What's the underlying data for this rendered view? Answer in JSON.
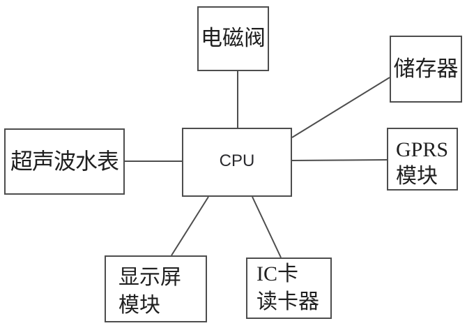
{
  "diagram": {
    "type": "block-diagram",
    "nodes": {
      "cpu": {
        "label": "CPU"
      },
      "solenoid_valve": {
        "label": "电磁阀"
      },
      "storage": {
        "label": "储存器"
      },
      "gprs_module": {
        "lines": [
          "GPRS",
          "模块"
        ]
      },
      "ultrasonic_water_meter": {
        "label": "超声波水表"
      },
      "display_module": {
        "lines": [
          "显示屏",
          "模块"
        ]
      },
      "ic_card_reader": {
        "lines": [
          "IC卡",
          "读卡器"
        ]
      }
    },
    "edges": [
      {
        "from": "cpu",
        "to": "solenoid_valve"
      },
      {
        "from": "cpu",
        "to": "storage"
      },
      {
        "from": "cpu",
        "to": "gprs_module"
      },
      {
        "from": "cpu",
        "to": "ultrasonic_water_meter"
      },
      {
        "from": "cpu",
        "to": "display_module"
      },
      {
        "from": "cpu",
        "to": "ic_card_reader"
      }
    ],
    "colors": {
      "background": "#ffffff",
      "border": "#4d4d4d",
      "line": "#4d4d4d",
      "text": "#1f1f1f"
    }
  }
}
